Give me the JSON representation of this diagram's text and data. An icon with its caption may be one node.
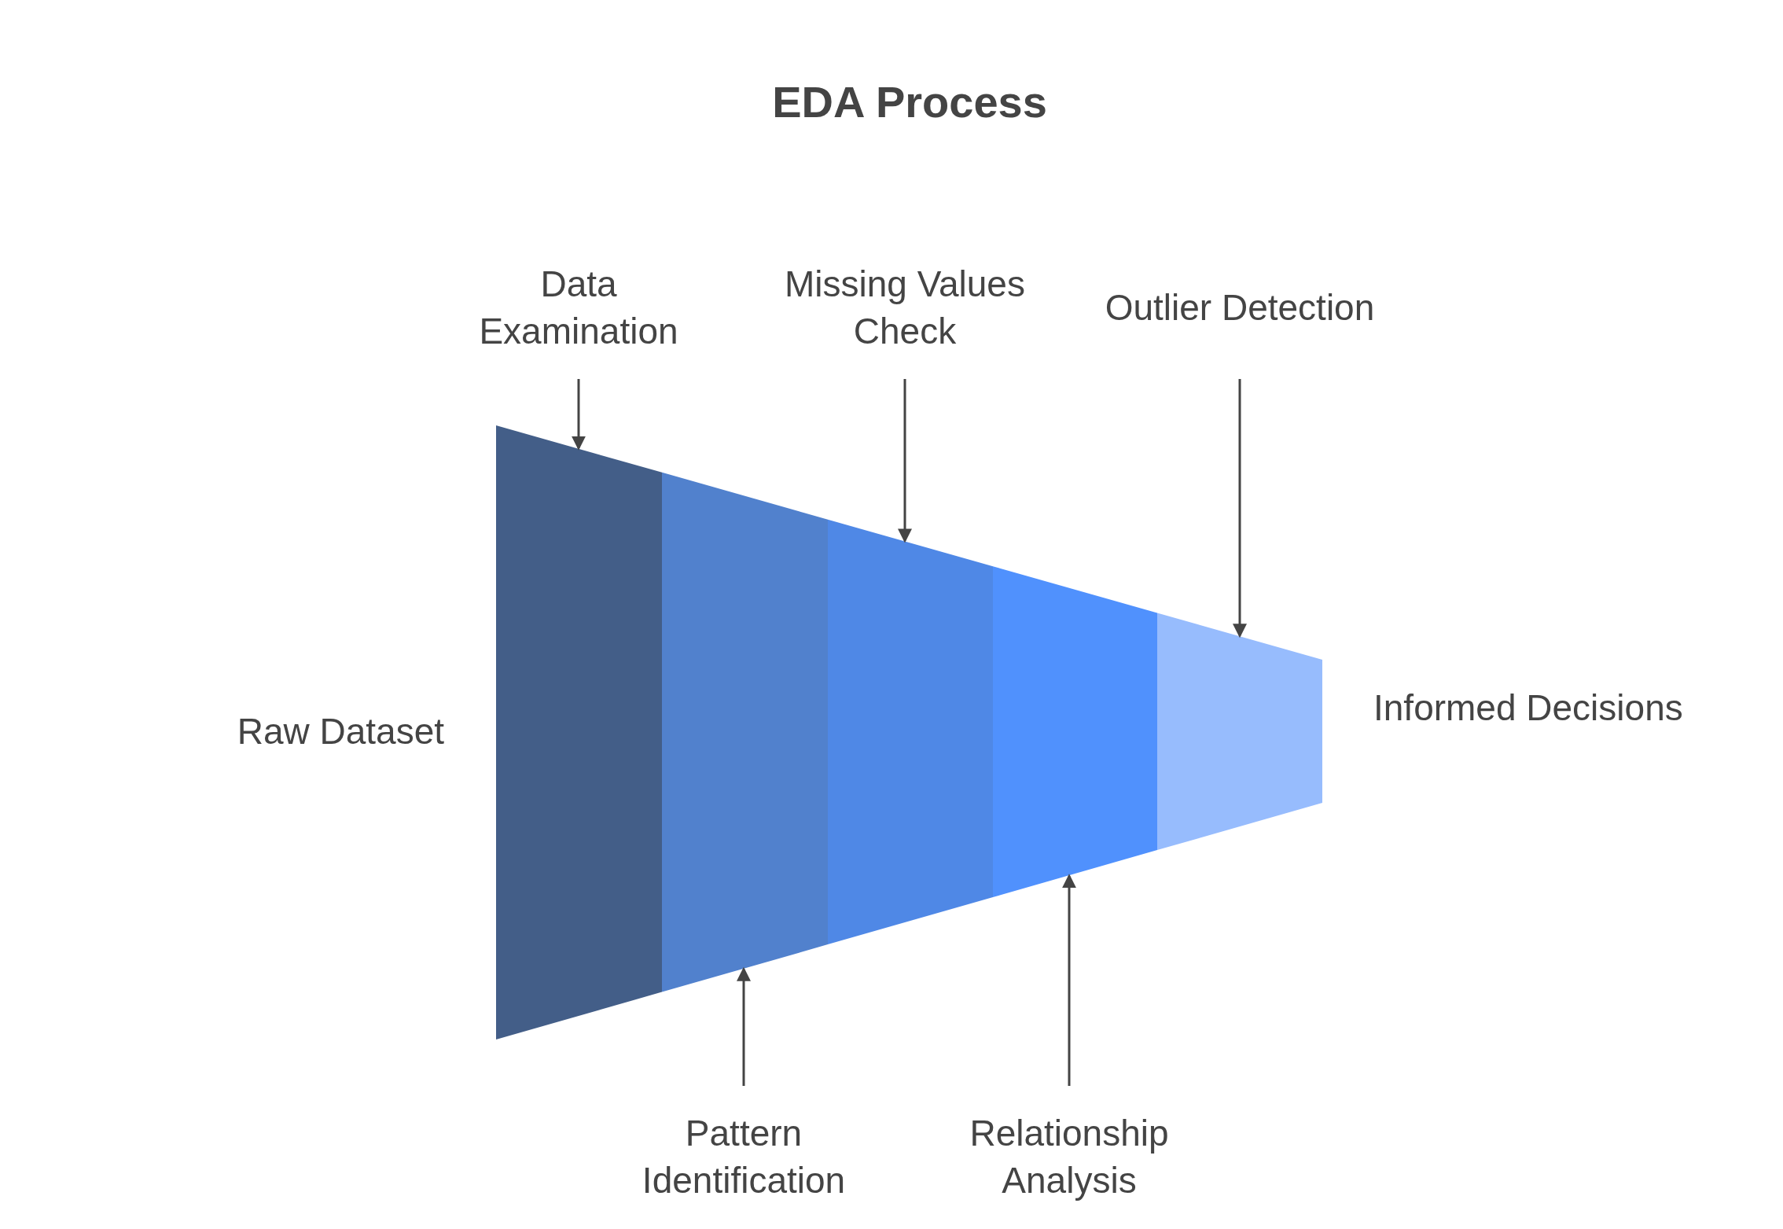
{
  "diagram": {
    "title": "EDA Process",
    "nodes": [
      {
        "text": [
          "Data Examination"
        ]
      },
      {
        "text": [
          "Missing Values Check"
        ]
      },
      {
        "text": [
          "Outlier Detection"
        ]
      },
      {
        "text": [],
        "shape": "box"
      },
      {
        "text": [],
        "shape": "box"
      },
      {
        "text": [],
        "shape": "box"
      },
      {
        "text": [],
        "shape": "box"
      },
      {
        "text": [],
        "shape": "box"
      },
      {
        "text": [
          "Pattern Identification"
        ]
      },
      {
        "text": [
          "Relationship Analysis"
        ]
      }
    ],
    "edges": [
      {
        "from": 0,
        "to": 3,
        "arrow": "to"
      },
      {
        "from": 1,
        "to": 5,
        "arrow": "to"
      },
      {
        "from": 2,
        "to": 7,
        "arrow": "to"
      },
      {
        "from": 8,
        "to": 4,
        "arrow": "to"
      },
      {
        "from": 9,
        "to": 6,
        "arrow": "to"
      }
    ],
    "labels": [
      "Raw Dataset",
      "Informed Decisions"
    ]
  }
}
